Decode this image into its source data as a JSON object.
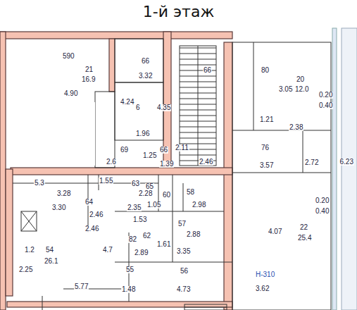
{
  "diagram": {
    "title": "1-й этаж",
    "labels": [
      "590",
      "21",
      "16.9",
      "4.90",
      "66",
      "3.32",
      "66",
      "6",
      "4.24",
      "1.96",
      "4.35",
      "80",
      "3.05",
      "20",
      "12.0",
      "0.20",
      "0.40",
      "1.21",
      "2.38",
      "76",
      "3.57",
      "2.72",
      "0.20",
      "0.40",
      "22",
      "25.4",
      "4.07",
      "6.23",
      "69",
      "1.25",
      "66",
      "2.11",
      "2.6",
      "1.39",
      "2.46",
      "5.3",
      "1.55",
      "63",
      "2.28",
      "3.28",
      "3.30",
      "64",
      "2.46",
      "2.35",
      "2.46",
      "1.2",
      "54",
      "26.1",
      "2.25",
      "5.77",
      "4.7",
      "82",
      "62",
      "2.89",
      "1.53",
      "65",
      "1.05",
      "60",
      "58",
      "2.98",
      "57",
      "2.88",
      "3.35",
      "1.61",
      "55",
      "1.48",
      "56",
      "4.73",
      "H-310",
      "3.62"
    ]
  }
}
